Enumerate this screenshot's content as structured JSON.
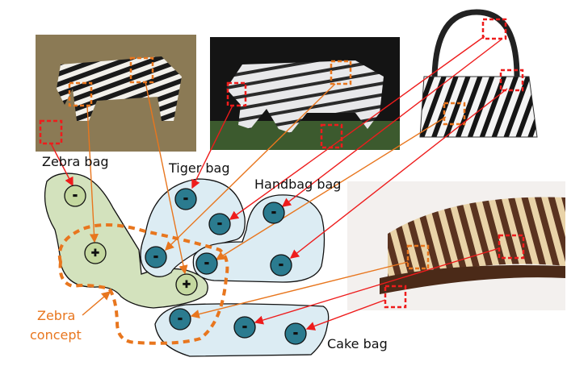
{
  "labels": {
    "zebra_bag": "Zebra bag",
    "tiger_bag": "Tiger bag",
    "handbag_bag": "Handbag bag",
    "cake_bag": "Cake bag",
    "zebra_concept_line1": "Zebra",
    "zebra_concept_line2": "concept"
  },
  "symbols": {
    "negative": "-",
    "positive": "+"
  },
  "colors": {
    "bag_fill": "#dcecf3",
    "zebra_bag_fill": "#d3e2bd",
    "negative_instance": "#2b7b8f",
    "positive_instance": "#c4d89f",
    "concept": "#e8761e",
    "negative_arrow": "#ee1c1c"
  }
}
